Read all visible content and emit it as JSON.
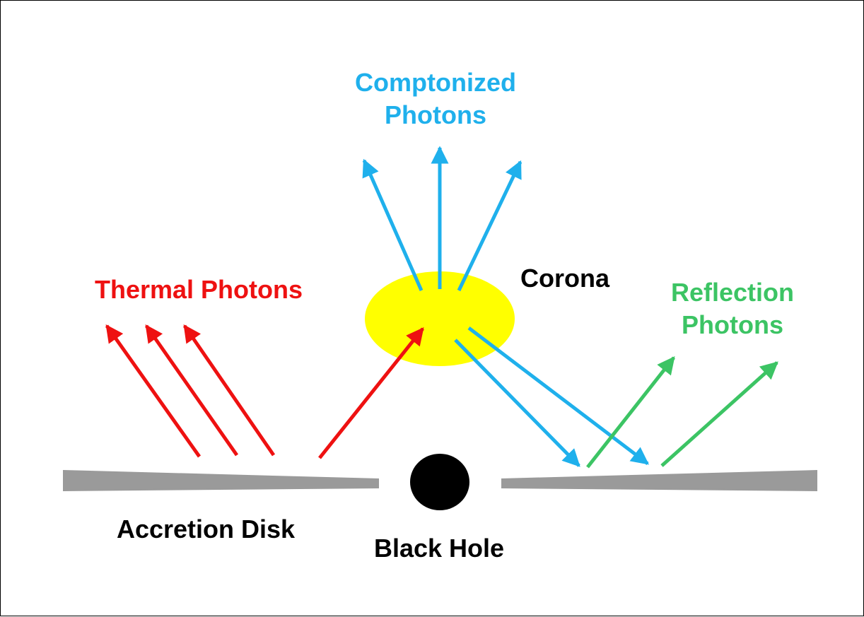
{
  "labels": {
    "comptonized_line1": "Comptonized",
    "comptonized_line2": "Photons",
    "thermal": "Thermal Photons",
    "corona": "Corona",
    "reflection_line1": "Reflection",
    "reflection_line2": "Photons",
    "accretion_disk": "Accretion Disk",
    "black_hole": "Black Hole"
  },
  "colors": {
    "comptonized": "#1fb0ec",
    "thermal": "#ee1111",
    "reflection": "#3cc464",
    "corona": "#ffff00",
    "disk": "#9a9a9a",
    "black_hole": "#000000",
    "text": "#000000"
  }
}
